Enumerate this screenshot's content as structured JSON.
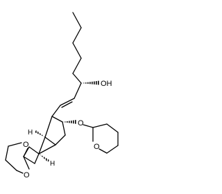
{
  "diagram": {
    "type": "skeletal-structure",
    "atom_labels": {
      "hydroxyl": "OH",
      "ether_oxygen": "O",
      "ring_oxygen_thp": "O",
      "dioxolane_oxygen_top": "O",
      "dioxolane_oxygen_bottom": "O",
      "stereo_h_left": "H",
      "stereo_h_bottom": "H"
    }
  }
}
